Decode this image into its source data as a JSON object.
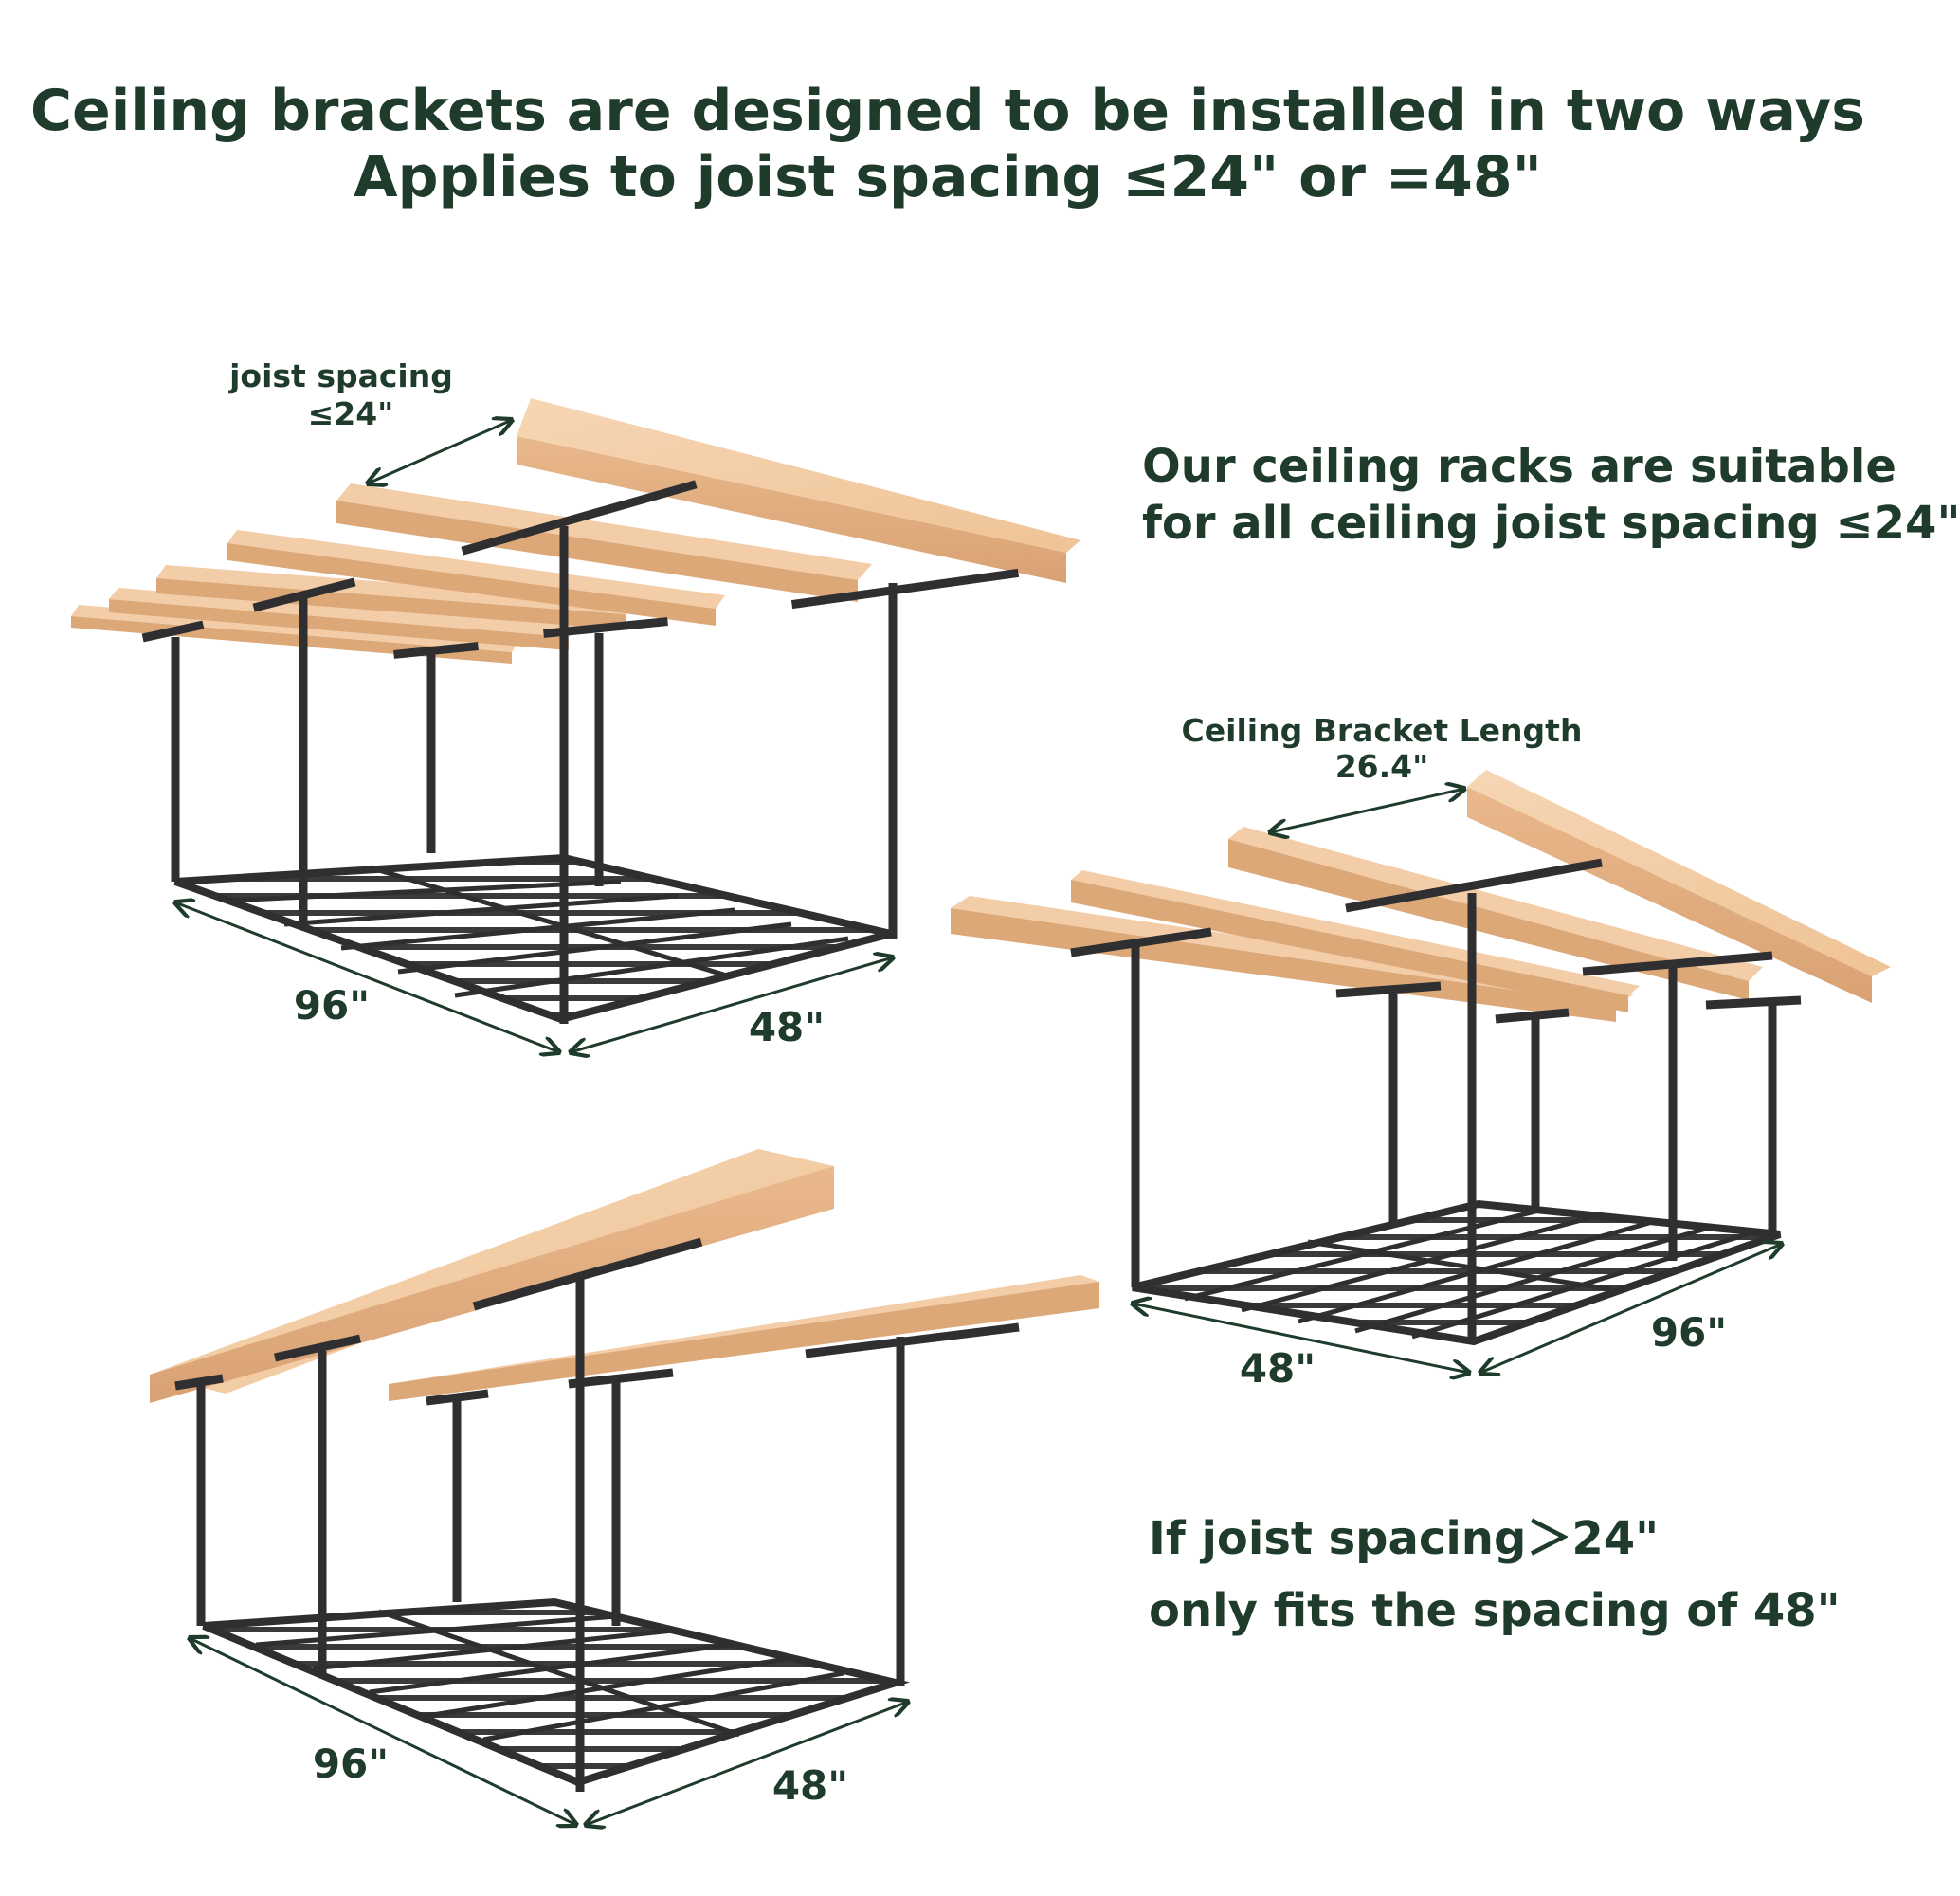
{
  "header": {
    "title": "Ceiling brackets are designed to be installed in two ways",
    "subtitle": "Applies to joist spacing ≤24\" or =48\""
  },
  "notes": {
    "top_line1": "Our ceiling racks are suitable",
    "top_line2": "for all ceiling joist spacing ≤24\"",
    "bottom_line1": "If joist spacing＞24\"",
    "bottom_line2": "only fits the spacing of 48\""
  },
  "rack_top_left": {
    "spacing_label_line1": "joist spacing",
    "spacing_label_line2": "≤24\"",
    "length_label": "96\"",
    "width_label": "48\""
  },
  "rack_right": {
    "bracket_label_line1": "Ceiling Bracket Length",
    "bracket_label_line2": "26.4\"",
    "width_label": "48\"",
    "length_label": "96\""
  },
  "rack_bottom_left": {
    "length_label": "96\"",
    "width_label": "48\""
  },
  "colors": {
    "text": "#1f3b2b",
    "wood_top": "#f2c9a2",
    "wood_side": "#e4b084",
    "metal": "#2f2f31"
  }
}
